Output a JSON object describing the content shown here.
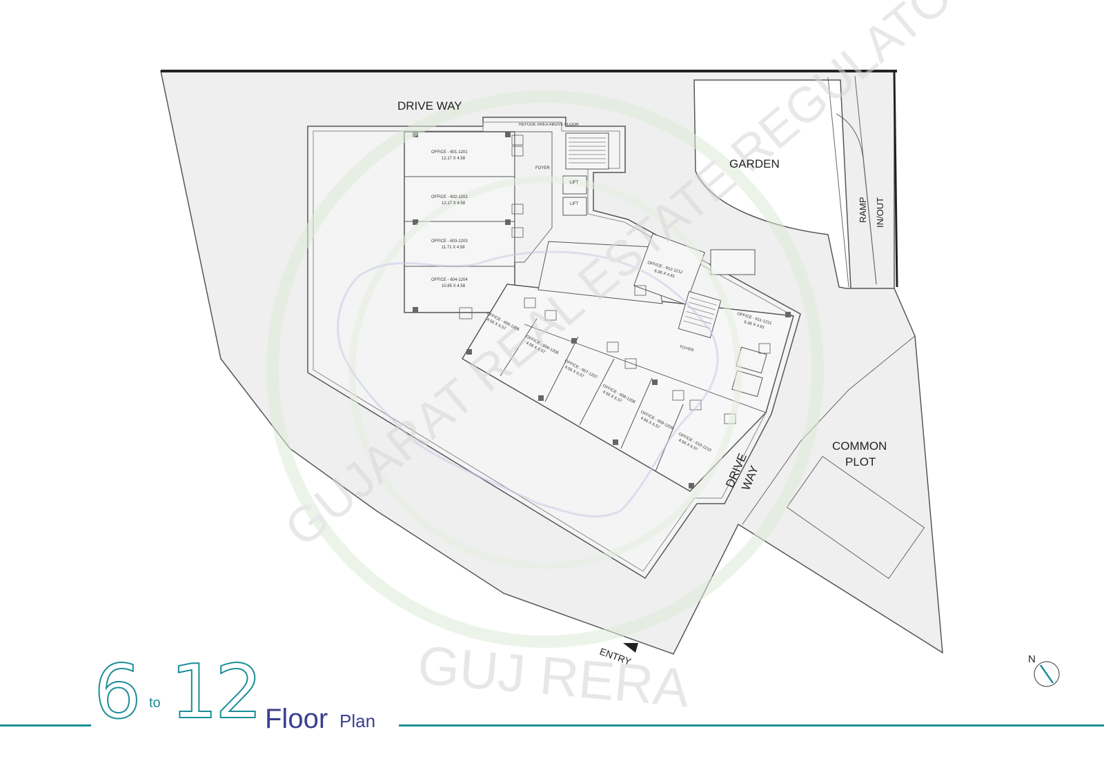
{
  "labels": {
    "drive_way_top": "DRIVE WAY",
    "garden": "GARDEN",
    "ramp": "RAMP",
    "in_out": "IN/OUT",
    "common": "COMMON",
    "plot": "PLOT",
    "drive": "DRIVE",
    "way": "WAY",
    "entry": "ENTRY",
    "north": "N",
    "foyer_top": "FOYER",
    "foyer_mid": "FOYER",
    "lift": "LIFT",
    "refuge": "REFUGE AREA ABOVE FLOOR"
  },
  "offices": [
    {
      "name": "OFFICE - 601-1201",
      "size": "12.17 X 4.58"
    },
    {
      "name": "OFFICE - 602-1202",
      "size": "12.17 X 4.58"
    },
    {
      "name": "OFFICE - 603-1203",
      "size": "11.71 X 4.58"
    },
    {
      "name": "OFFICE - 604-1204",
      "size": "10.65 X 4.58"
    }
  ],
  "offices_angled": [
    {
      "name": "OFFICE - 605-1205",
      "size": "4.56 X 6.57"
    },
    {
      "name": "OFFICE - 606-1206",
      "size": "4.56 X 6.57"
    },
    {
      "name": "OFFICE - 607-1207",
      "size": "4.56 X 6.57"
    },
    {
      "name": "OFFICE - 608-1208",
      "size": "4.56 X 6.57"
    },
    {
      "name": "OFFICE - 609-1209",
      "size": "4.56 X 6.57"
    },
    {
      "name": "OFFICE - 610-1210",
      "size": "4.56 X 6.57"
    },
    {
      "name": "OFFICE - 611-1211",
      "size": "6.36 X 4.61"
    },
    {
      "name": "OFFICE - 612-1212",
      "size": "6.36 X 4.61"
    }
  ],
  "watermark": {
    "arc_text": "GUJARAT REAL ESTATE REGULATORY AUTHORITY",
    "bottom_text": "GUJ RERA"
  },
  "title": {
    "from": "6",
    "to_word": "to",
    "to": "12",
    "floor": "Floor",
    "plan": "Plan"
  },
  "colors": {
    "accent": "#1a8d96",
    "title_text": "#3b3f8f",
    "site_fill": "#efefef",
    "building_fill": "#f4f4f4",
    "stroke": "#555555"
  }
}
